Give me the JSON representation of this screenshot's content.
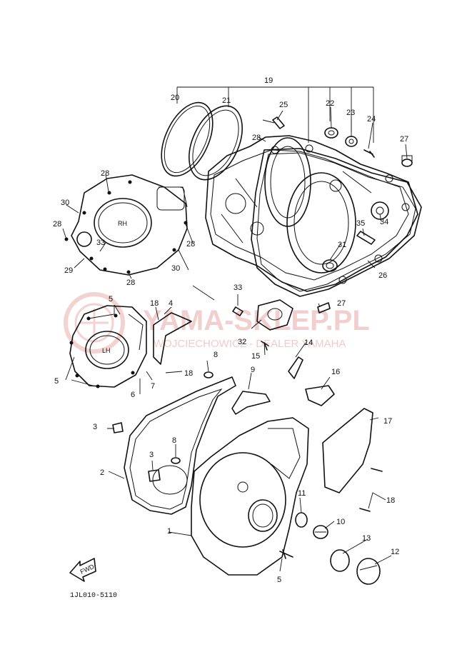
{
  "diagram": {
    "code": "1JL010-5110",
    "fwd_label": "FWD",
    "rh_label": "RH",
    "lh_label": "LH",
    "callouts": {
      "c19": "19",
      "c20": "20",
      "c21": "21",
      "c22": "22",
      "c23": "23",
      "c24": "24",
      "c25": "25",
      "c27a": "27",
      "c27b": "27",
      "c28a": "28",
      "c28b": "28",
      "c28c": "28",
      "c28d": "28",
      "c28e": "28",
      "c30a": "30",
      "c30b": "30",
      "c29": "29",
      "c33a": "33",
      "c33b": "33",
      "c31": "31",
      "c34": "34",
      "c35": "35",
      "c26": "26",
      "c32": "32",
      "c5a": "5",
      "c5b": "5",
      "c5c": "5",
      "c4": "4",
      "c18a": "18",
      "c18b": "18",
      "c18c": "18",
      "c6": "6",
      "c7": "7",
      "c8a": "8",
      "c8b": "8",
      "c9": "9",
      "c15": "15",
      "c14": "14",
      "c16": "16",
      "c17": "17",
      "c3a": "3",
      "c3b": "3",
      "c2": "2",
      "c1": "1",
      "c11": "11",
      "c10": "10",
      "c13": "13",
      "c12": "12"
    }
  },
  "watermark": {
    "title": "YAMA-SKLEP.PL",
    "subtitle": "WOJCIECHOWICZ - DEALER YAMAHA"
  }
}
